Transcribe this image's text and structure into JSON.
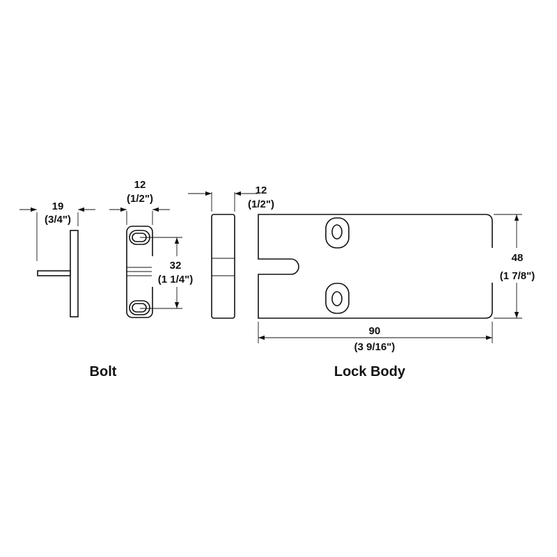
{
  "dimensions": {
    "bolt_side_width": {
      "metric": "19",
      "imperial": "(3/4\")"
    },
    "bolt_front_width": {
      "metric": "12",
      "imperial": "(1/2\")"
    },
    "bolt_hole_spacing": {
      "metric": "32",
      "imperial": "(1 1/4\")"
    },
    "lock_side_width": {
      "metric": "12",
      "imperial": "(1/2\")"
    },
    "lock_height": {
      "metric": "48",
      "imperial": "(1 7/8\")"
    },
    "lock_length": {
      "metric": "90",
      "imperial": "(3 9/16\")"
    }
  },
  "captions": {
    "bolt": "Bolt",
    "lock_body": "Lock Body"
  }
}
